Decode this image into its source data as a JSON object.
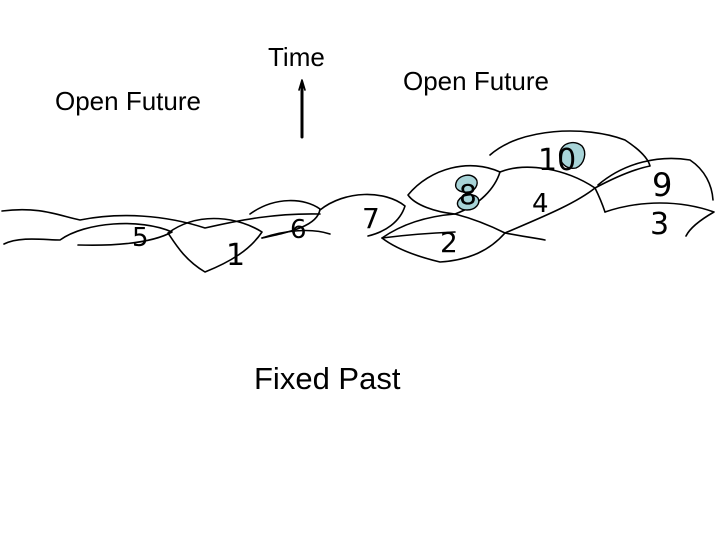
{
  "labels": {
    "time": "Time",
    "open_future_left": "Open Future",
    "open_future_right": "Open Future",
    "fixed_past": "Fixed Past"
  },
  "bubbles": [
    {
      "number": "1"
    },
    {
      "number": "2"
    },
    {
      "number": "3"
    },
    {
      "number": "4"
    },
    {
      "number": "5"
    },
    {
      "number": "6"
    },
    {
      "number": "7"
    },
    {
      "number": "8"
    },
    {
      "number": "9"
    },
    {
      "number": "10"
    }
  ],
  "colors": {
    "ink": "#000000",
    "highlight_fill": "#a8d4d8",
    "background": "#ffffff"
  }
}
